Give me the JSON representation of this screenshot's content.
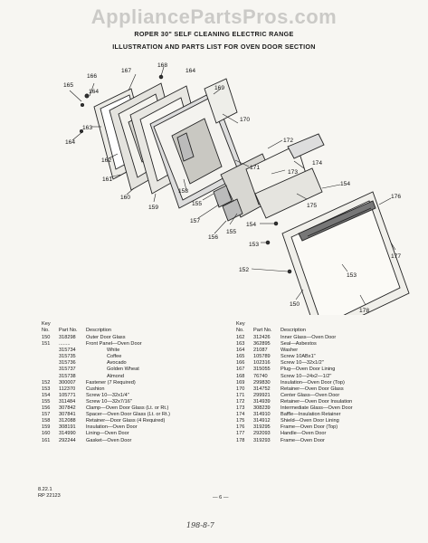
{
  "watermark": "AppliancePartsPros.com",
  "title_line1": "ROPER 30\" SELF CLEANING ELECTRIC RANGE",
  "title_line2": "ILLUSTRATION AND PARTS LIST FOR OVEN DOOR SECTION",
  "callouts": [
    "168",
    "164",
    "165",
    "166",
    "167",
    "164",
    "163",
    "169",
    "170",
    "164",
    "172",
    "171",
    "162",
    "173",
    "174",
    "161",
    "158",
    "154",
    "160",
    "159",
    "155",
    "157",
    "176",
    "175",
    "156",
    "155",
    "154",
    "153",
    "177",
    "152",
    "153",
    "150",
    "178"
  ],
  "table_headers": {
    "key": "Key No.",
    "part": "Part No.",
    "description": "Description"
  },
  "parts_left": [
    {
      "key": "150",
      "part": "318298",
      "desc": "Outer Door Glass"
    },
    {
      "key": "151",
      "part": "........",
      "desc": "Front Panel—Oven Door"
    },
    {
      "key": "",
      "part": "315734",
      "desc": "White",
      "sub": true
    },
    {
      "key": "",
      "part": "315735",
      "desc": "Coffee",
      "sub": true
    },
    {
      "key": "",
      "part": "315736",
      "desc": "Avocado",
      "sub": true
    },
    {
      "key": "",
      "part": "315737",
      "desc": "Golden Wheat",
      "sub": true
    },
    {
      "key": "",
      "part": "315738",
      "desc": "Almond",
      "sub": true
    },
    {
      "key": "152",
      "part": "300007",
      "desc": "Fastener (7 Required)"
    },
    {
      "key": "153",
      "part": "112370",
      "desc": "Cushion"
    },
    {
      "key": "154",
      "part": "105771",
      "desc": "Screw 10—32x1/4\""
    },
    {
      "key": "155",
      "part": "311484",
      "desc": "Screw 10—32x7/16\""
    },
    {
      "key": "156",
      "part": "307842",
      "desc": "Clamp—Oven Door Glass (Lt. or Rt.)"
    },
    {
      "key": "157",
      "part": "307841",
      "desc": "Spacer—Oven Door Glass (Lt. or Rt.)"
    },
    {
      "key": "158",
      "part": "312088",
      "desc": "Retainer—Door Glass (4 Required)"
    },
    {
      "key": "159",
      "part": "308191",
      "desc": "Insulation—Oven Door"
    },
    {
      "key": "160",
      "part": "314990",
      "desc": "Lining—Oven Door"
    },
    {
      "key": "161",
      "part": "292244",
      "desc": "Gasket—Oven Door"
    }
  ],
  "parts_right": [
    {
      "key": "162",
      "part": "312426",
      "desc": "Inner Glass—Oven Door"
    },
    {
      "key": "163",
      "part": "362895",
      "desc": "Seal—Asbestos"
    },
    {
      "key": "164",
      "part": "21087",
      "desc": "Washer"
    },
    {
      "key": "165",
      "part": "105789",
      "desc": "Screw 10ABx1\""
    },
    {
      "key": "166",
      "part": "102316",
      "desc": "Screw 10—32x1/2\""
    },
    {
      "key": "167",
      "part": "315055",
      "desc": "Plug—Oven Door Lining"
    },
    {
      "key": "168",
      "part": "76740",
      "desc": "Screw 10—24x2—1/2\""
    },
    {
      "key": "169",
      "part": "299830",
      "desc": "Insulation—Oven Door (Top)"
    },
    {
      "key": "170",
      "part": "314752",
      "desc": "Retainer—Oven Door Glass"
    },
    {
      "key": "171",
      "part": "299921",
      "desc": "Center Glass—Oven Door"
    },
    {
      "key": "172",
      "part": "314939",
      "desc": "Retainer—Oven Door Insulation"
    },
    {
      "key": "173",
      "part": "308239",
      "desc": "Intermediate Glass—Oven Door"
    },
    {
      "key": "174",
      "part": "314910",
      "desc": "Baffle—Insulation Retainer"
    },
    {
      "key": "175",
      "part": "314912",
      "desc": "Shield—Oven Door Lining"
    },
    {
      "key": "176",
      "part": "319295",
      "desc": "Frame—Oven Door (Top)"
    },
    {
      "key": "177",
      "part": "292093",
      "desc": "Handle—Oven Door"
    },
    {
      "key": "178",
      "part": "319293",
      "desc": "Frame—Oven Door"
    }
  ],
  "footer_code": "8.22.1",
  "footer_rp": "RP 22123",
  "page_number": "— 6 —",
  "handwritten_note": "198-8-7"
}
